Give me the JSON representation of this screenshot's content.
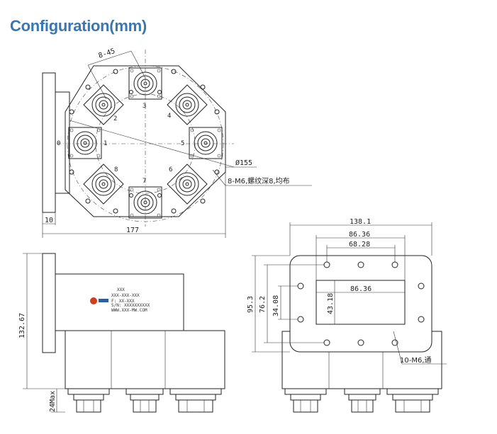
{
  "title": "Configuration(mm)",
  "top_view": {
    "angle_label": "8-45",
    "port_numbers": [
      "0",
      "1",
      "2",
      "3",
      "4",
      "5",
      "6",
      "7",
      "8"
    ],
    "diameter_label": "Ø155",
    "hole_label": "8-M6,螺纹深8,均布",
    "width_label": "177",
    "flange_label": "10"
  },
  "side_view": {
    "height_label": "132.67",
    "max_label": "24Max",
    "nameplate_lines": [
      "XXX",
      "XXX-XXX-XXX",
      "F: XX-XXX",
      "S/N: XXXXXXXXXX",
      "WWW.XXX-MW.COM"
    ]
  },
  "front_view": {
    "dim_top": "138.1",
    "dim_mid1": "86.36",
    "dim_mid2": "68.28",
    "dim_inner_width": "86.36",
    "dim_inner_height": "43.18",
    "dim_h1": "95.3",
    "dim_h2": "76.2",
    "dim_h3": "34.08",
    "hole_label": "10-M6,通"
  }
}
